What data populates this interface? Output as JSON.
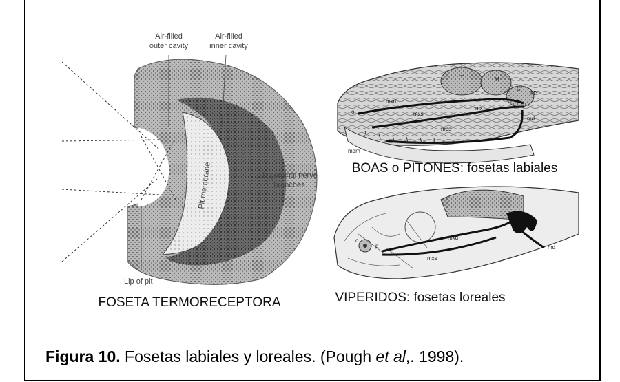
{
  "pit": {
    "label_outer_cavity": [
      "Air-filled",
      "outer cavity"
    ],
    "label_inner_cavity": [
      "Air-filled",
      "inner cavity"
    ],
    "label_membrane": "Pit membrane",
    "label_nerve": [
      "Trigeminal nerve",
      "branches"
    ],
    "label_lip": "Lip of pit",
    "title": "FOSETA TERMORECEPTORA"
  },
  "boa": {
    "title": "BOAS o PITONES: fosetas labiales",
    "nerve_labels": [
      "mxd",
      "mxs",
      "mx",
      "md",
      "mbs",
      "mdm",
      "T",
      "M",
      "C",
      "MY",
      "o"
    ]
  },
  "viper": {
    "title": "VIPERIDOS: fosetas loreales",
    "nerve_labels": [
      "mxd",
      "mxs",
      "md",
      "o",
      "p"
    ]
  },
  "caption": {
    "label": "Figura 10.",
    "text_before": " Fosetas labiales y loreales. (Pough ",
    "italic": "et al",
    "text_after": ",. 1998)."
  }
}
